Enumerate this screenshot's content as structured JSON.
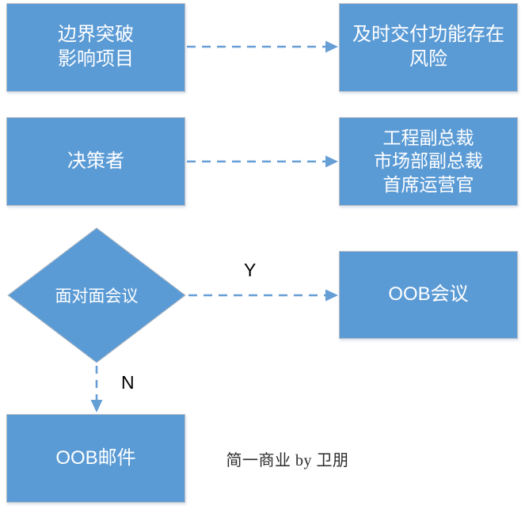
{
  "diagram": {
    "boxes": {
      "trigger": {
        "lines": [
          "边界突破",
          "影响项目"
        ]
      },
      "risk": {
        "lines": [
          "及时交付功能存在",
          "风险"
        ]
      },
      "decision_maker": {
        "lines": [
          "决策者"
        ]
      },
      "executives": {
        "lines": [
          "工程副总裁",
          "市场部副总裁",
          "首席运营官"
        ]
      },
      "oob_meeting": {
        "lines": [
          "OOB会议"
        ]
      },
      "oob_email": {
        "lines": [
          "OOB邮件"
        ]
      }
    },
    "decision": {
      "label": "面对面会议"
    },
    "edge_labels": {
      "yes": "Y",
      "no": "N"
    },
    "watermark": "简一商业 by 卫朋",
    "colors": {
      "shape_fill": "#5b9bd5",
      "shape_text": "#ffffff",
      "arrow": "#669ed6",
      "label_text": "#000000",
      "watermark_text": "#2b2b2b"
    }
  }
}
